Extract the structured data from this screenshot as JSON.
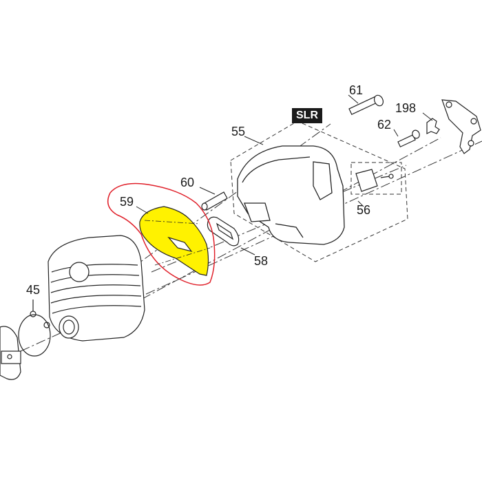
{
  "diagram": {
    "type": "exploded parts diagram",
    "highlight_color": "#fff200",
    "highlight_outline_color": "#e0202a",
    "badge": {
      "text": "SLR",
      "background": "#1a1a1a",
      "color": "#ffffff"
    },
    "callouts": [
      {
        "id": "61",
        "text": "61",
        "part": "long bolt",
        "partially_cropped": true
      },
      {
        "id": "198",
        "text": "198",
        "part": "clip"
      },
      {
        "id": "62",
        "text": "62",
        "part": "screw"
      },
      {
        "id": "55",
        "text": "55",
        "part": "muffler"
      },
      {
        "id": "60",
        "text": "60",
        "part": "sleeve"
      },
      {
        "id": "59",
        "text": "59",
        "part": "heat shield plate (highlighted)"
      },
      {
        "id": "56",
        "text": "56",
        "part": "spark arrestor cover"
      },
      {
        "id": "58",
        "text": "58",
        "part": "gasket"
      },
      {
        "id": "45",
        "text": "45",
        "part": "ring gasket"
      }
    ]
  }
}
